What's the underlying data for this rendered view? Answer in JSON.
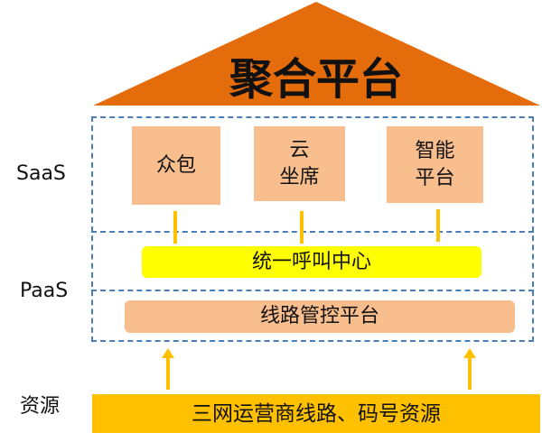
{
  "title": "聚合平台",
  "layers": {
    "saas": "SaaS",
    "paas": "PaaS",
    "resource": "资源"
  },
  "saas_boxes": [
    {
      "line1": "众包",
      "line2": ""
    },
    {
      "line1": "云",
      "line2": "坐席"
    },
    {
      "line1": "智能",
      "line2": "平台"
    }
  ],
  "call_center": "统一呼叫中心",
  "line_control": "线路管控平台",
  "resource_bar": "三网运营商线路、码号资源",
  "colors": {
    "roof": "#E46C0A",
    "box": "#F8BE8E",
    "yellow": "#FFFF00",
    "gold": "#FFC000",
    "dash": "#4A7EBB"
  }
}
